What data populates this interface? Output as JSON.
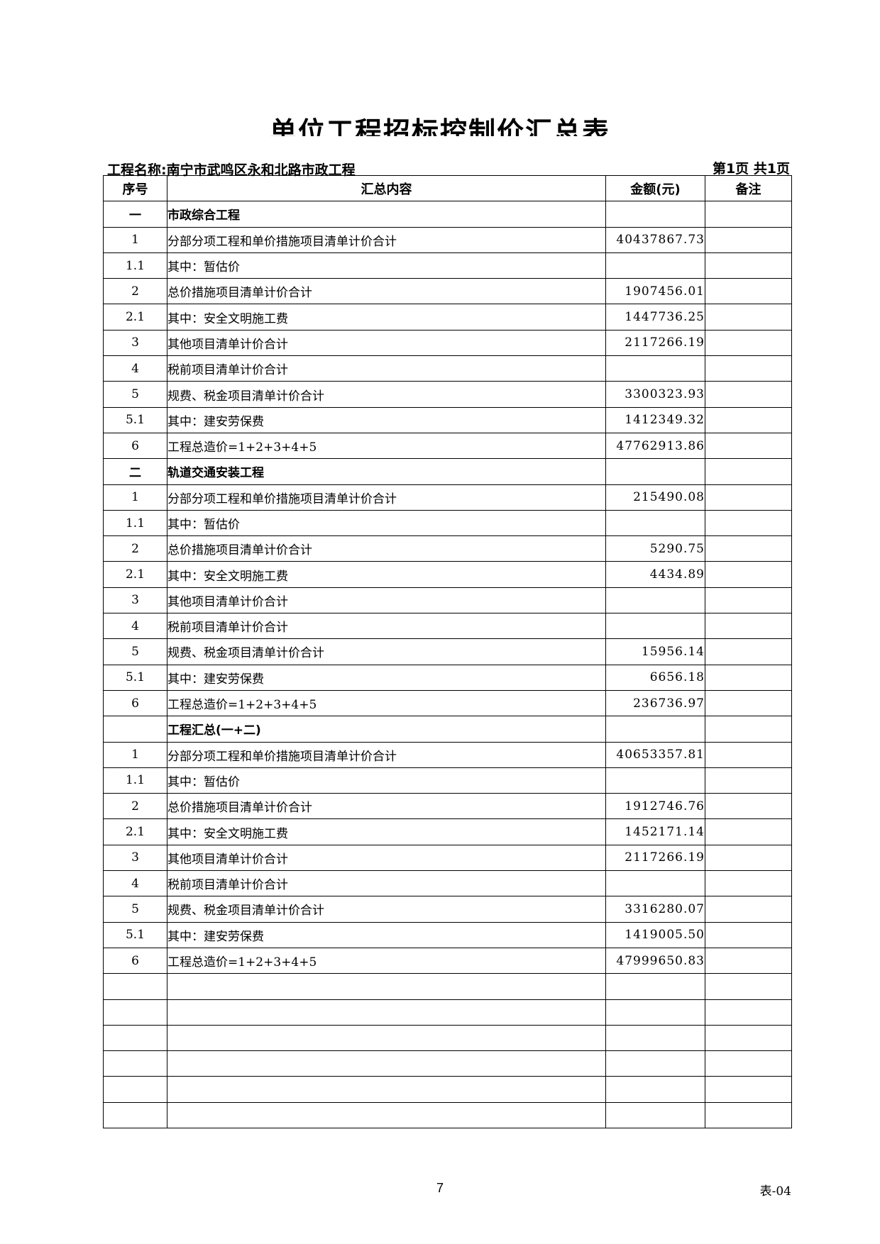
{
  "title": "单位工程招标控制价汇总表",
  "project_label": "工程名称:南宁市武鸣区永和北路市政工程",
  "page_label": "第1页  共1页",
  "columns": [
    "序号",
    "汇总内容",
    "金额(元)",
    "备注"
  ],
  "rows": [
    {
      "no": "一",
      "content": "市政综合工程",
      "amount": "",
      "note": "",
      "bold": true
    },
    {
      "no": "1",
      "content": "分部分项工程和单价措施项目清单计价合计",
      "amount": "40437867.73",
      "note": ""
    },
    {
      "no": "1.1",
      "content": "其中：暂估价",
      "amount": "",
      "note": ""
    },
    {
      "no": "2",
      "content": "总价措施项目清单计价合计",
      "amount": "1907456.01",
      "note": ""
    },
    {
      "no": "2.1",
      "content": "其中：安全文明施工费",
      "amount": "1447736.25",
      "note": ""
    },
    {
      "no": "3",
      "content": "其他项目清单计价合计",
      "amount": "2117266.19",
      "note": ""
    },
    {
      "no": "4",
      "content": "税前项目清单计价合计",
      "amount": "",
      "note": ""
    },
    {
      "no": "5",
      "content": "规费、税金项目清单计价合计",
      "amount": "3300323.93",
      "note": ""
    },
    {
      "no": "5.1",
      "content": "其中：建安劳保费",
      "amount": "1412349.32",
      "note": ""
    },
    {
      "no": "6",
      "content": "工程总造价=1+2+3+4+5",
      "amount": "47762913.86",
      "note": ""
    },
    {
      "no": "二",
      "content": "轨道交通安装工程",
      "amount": "",
      "note": "",
      "bold": true
    },
    {
      "no": "1",
      "content": "分部分项工程和单价措施项目清单计价合计",
      "amount": "215490.08",
      "note": ""
    },
    {
      "no": "1.1",
      "content": "其中：暂估价",
      "amount": "",
      "note": ""
    },
    {
      "no": "2",
      "content": "总价措施项目清单计价合计",
      "amount": "5290.75",
      "note": ""
    },
    {
      "no": "2.1",
      "content": "其中：安全文明施工费",
      "amount": "4434.89",
      "note": ""
    },
    {
      "no": "3",
      "content": "其他项目清单计价合计",
      "amount": "",
      "note": ""
    },
    {
      "no": "4",
      "content": "税前项目清单计价合计",
      "amount": "",
      "note": ""
    },
    {
      "no": "5",
      "content": "规费、税金项目清单计价合计",
      "amount": "15956.14",
      "note": ""
    },
    {
      "no": "5.1",
      "content": "其中：建安劳保费",
      "amount": "6656.18",
      "note": ""
    },
    {
      "no": "6",
      "content": "工程总造价=1+2+3+4+5",
      "amount": "236736.97",
      "note": ""
    },
    {
      "no": "",
      "content": "工程汇总(一+二)",
      "amount": "",
      "note": "",
      "bold": true
    },
    {
      "no": "1",
      "content": "分部分项工程和单价措施项目清单计价合计",
      "amount": "40653357.81",
      "note": ""
    },
    {
      "no": "1.1",
      "content": "其中：暂估价",
      "amount": "",
      "note": ""
    },
    {
      "no": "2",
      "content": "总价措施项目清单计价合计",
      "amount": "1912746.76",
      "note": ""
    },
    {
      "no": "2.1",
      "content": "其中：安全文明施工费",
      "amount": "1452171.14",
      "note": ""
    },
    {
      "no": "3",
      "content": "其他项目清单计价合计",
      "amount": "2117266.19",
      "note": ""
    },
    {
      "no": "4",
      "content": "税前项目清单计价合计",
      "amount": "",
      "note": ""
    },
    {
      "no": "5",
      "content": "规费、税金项目清单计价合计",
      "amount": "3316280.07",
      "note": ""
    },
    {
      "no": "5.1",
      "content": "其中：建安劳保费",
      "amount": "1419005.50",
      "note": ""
    },
    {
      "no": "6",
      "content": "工程总造价=1+2+3+4+5",
      "amount": "47999650.83",
      "note": ""
    },
    {
      "no": "",
      "content": "",
      "amount": "",
      "note": ""
    },
    {
      "no": "",
      "content": "",
      "amount": "",
      "note": ""
    },
    {
      "no": "",
      "content": "",
      "amount": "",
      "note": ""
    },
    {
      "no": "",
      "content": "",
      "amount": "",
      "note": ""
    },
    {
      "no": "",
      "content": "",
      "amount": "",
      "note": ""
    },
    {
      "no": "",
      "content": "",
      "amount": "",
      "note": ""
    }
  ],
  "footer": {
    "page_number": "7",
    "form_code": "表-04"
  }
}
